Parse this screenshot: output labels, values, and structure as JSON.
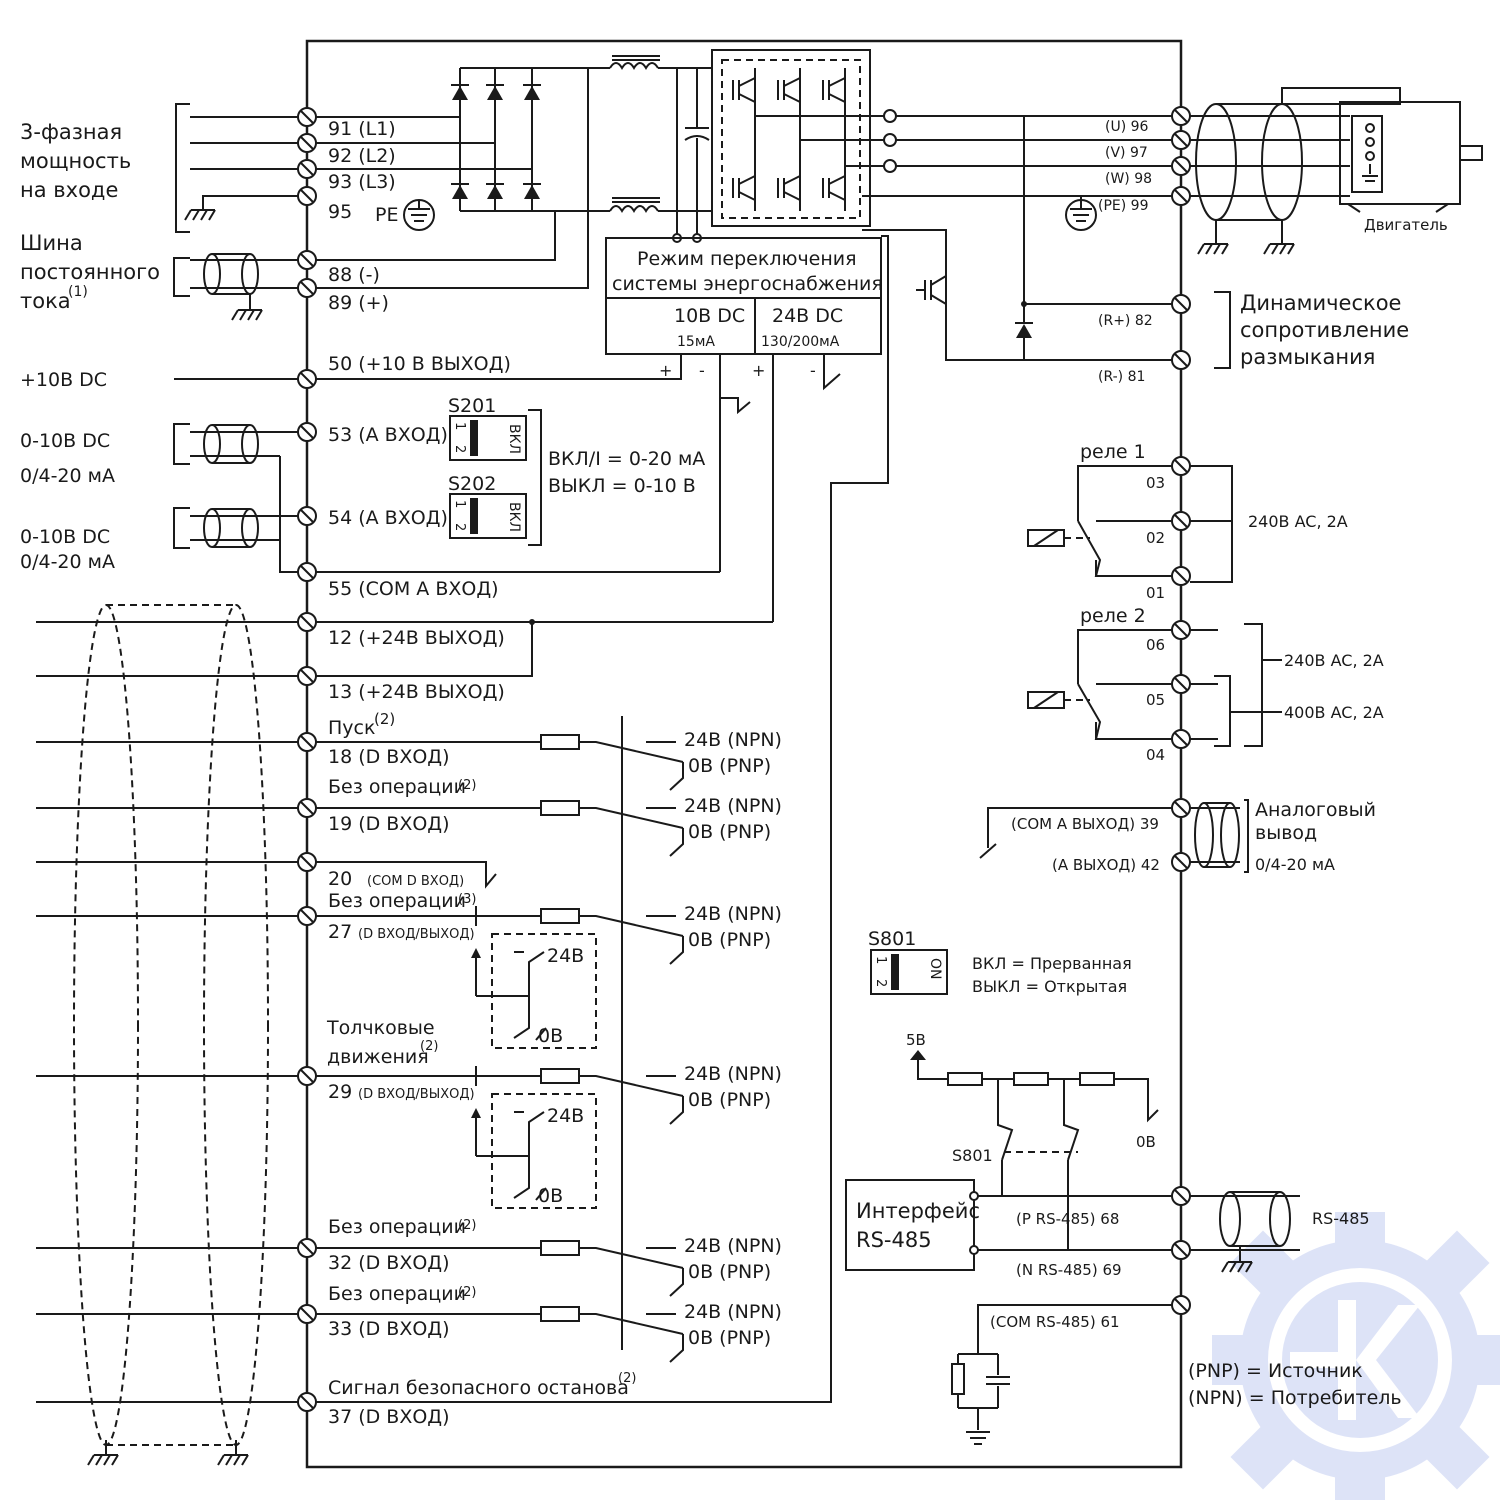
{
  "input": {
    "power_label": [
      "3-фазная",
      "мощность",
      "на входе"
    ],
    "dc_bus_label": [
      "Шина",
      "постоянного",
      "тока"
    ],
    "dc_bus_note": "(1)",
    "plus10v": "+10В DC",
    "ain1_range": [
      "0-10В DC",
      "0/4-20 мА"
    ],
    "ain2_range": [
      "0-10В DC",
      "0/4-20 мА"
    ]
  },
  "terminals": {
    "t91": "91 (L1)",
    "t92": "92 (L2)",
    "t93": "93 (L3)",
    "t95": "95",
    "pe": "PE",
    "t88": "88 (-)",
    "t89": "89 (+)",
    "t50": "50 (+10 В ВЫХОД)",
    "t53": "53 (А ВХОД)",
    "t54": "54 (А ВХОД)",
    "t55": "55 (COM А ВХОД)",
    "t12": "12 (+24В ВЫХОД)",
    "t13": "13 (+24В ВЫХОД)",
    "start": "Пуск",
    "start_note": "(2)",
    "t18": "18 (D ВХОД)",
    "noop1": "Без операции",
    "noop1_note": "(2)",
    "t19": "19 (D ВХОД)",
    "t20": "20",
    "t20_sub": "(COM D ВХОД)",
    "noop2": "Без операции",
    "noop2_note": "(3)",
    "t27": "27",
    "t27_sub": "(D ВХОД/ВЫХОД)",
    "jog": [
      "Толчковые",
      "движения"
    ],
    "jog_note": "(2)",
    "t29": "29",
    "t29_sub": "(D ВХОД/ВЫХОД)",
    "noop3": "Без операции",
    "noop3_note": "(2)",
    "t32": "32 (D ВХОД)",
    "noop4": "Без операции",
    "noop4_note": "(2)",
    "t33": "33 (D ВХОД)",
    "safe_stop": "Сигнал безопасного останова",
    "safe_stop_note": "(2)",
    "t37": "37 (D ВХОД)"
  },
  "switches": {
    "s201": "S201",
    "s202": "S202",
    "on_label": "ВКЛ",
    "pins": [
      "1",
      "2"
    ],
    "note": [
      "ВКЛ/I = 0-20 мА",
      "ВЫКЛ = 0-10 В"
    ],
    "s801": "S801",
    "s801_on": "ON",
    "s801_note": [
      "ВКЛ = Прерванная",
      "ВЫКЛ = Открытая"
    ]
  },
  "power_supply": {
    "title": [
      "Режим переключения",
      "системы энергоснабжения"
    ],
    "v10": "10В DC",
    "v10_current": "15мА",
    "v24": "24В DC",
    "v24_current": "130/200мА",
    "plus": "+",
    "minus": "-"
  },
  "npn_pnp": {
    "npn": "24В (NPN)",
    "pnp": "0В (PNP)"
  },
  "io_switch": {
    "v24": "24В",
    "v0": "0В"
  },
  "motor": {
    "u": "(U) 96",
    "v": "(V) 97",
    "w": "(W) 98",
    "pe": "(PE) 99",
    "label": "Двигатель"
  },
  "brake": {
    "r_plus": "(R+) 82",
    "r_minus": "(R-) 81",
    "label": [
      "Динамическое",
      "сопротивление",
      "размыкания"
    ]
  },
  "relays": {
    "relay1": "реле 1",
    "r03": "03",
    "r02": "02",
    "r01": "01",
    "rating1": "240В AC, 2A",
    "relay2": "реле 2",
    "r06": "06",
    "r05": "05",
    "r04": "04",
    "rating2a": "240В AC, 2A",
    "rating2b": "400В AC, 2A"
  },
  "analog_out": {
    "com": "(COM А ВЫХОД) 39",
    "out": "(А ВЫХОД) 42",
    "label": [
      "Аналоговый",
      "вывод"
    ],
    "range": "0/4-20 мА"
  },
  "rs485": {
    "v5": "5В",
    "v0": "0В",
    "s801": "S801",
    "interface": [
      "Интерфейс",
      "RS-485"
    ],
    "p": "(P RS-485) 68",
    "n": "(N RS-485) 69",
    "com": "(COM RS-485) 61",
    "label": "RS-485"
  },
  "legend": {
    "pnp": "(PNP) = Источник",
    "npn": "(NPN) = Потребитель"
  },
  "colors": {
    "line": "#1a1a1a",
    "watermark": "#c3cdf2"
  }
}
